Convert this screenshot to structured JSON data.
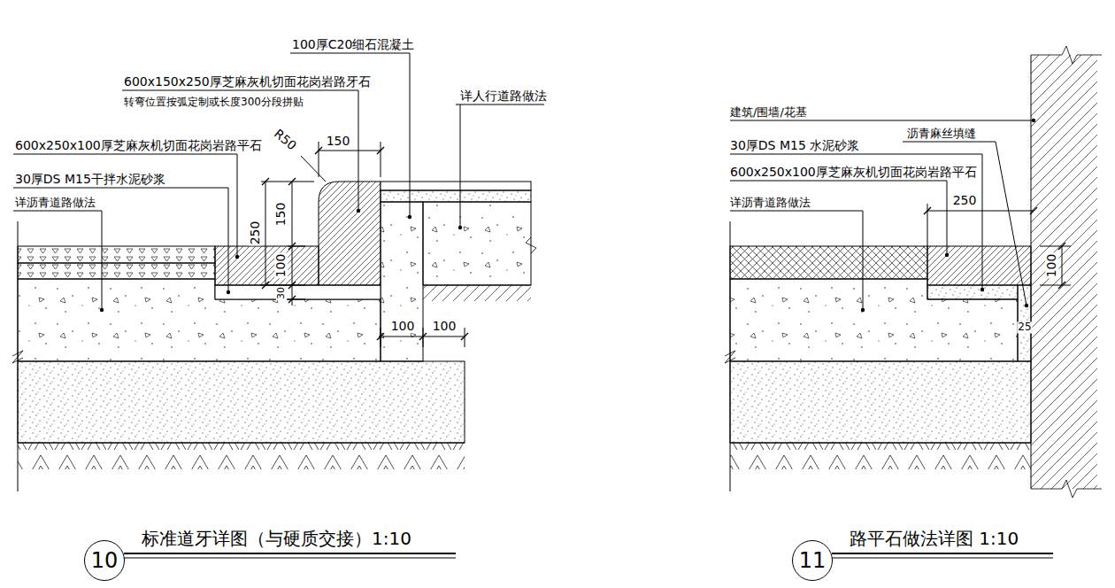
{
  "diagram": {
    "nodes": [
      {
        "text": [
          "10"
        ]
      },
      {
        "text": [
          "11"
        ]
      }
    ],
    "labels": [
      "100厚C20细石混凝土",
      "600x150x250厚芝麻灰机切面花岗岩路牙石",
      "转弯位置按弧定制或长度300分段拼贴",
      "详人行道路做法",
      "600x250x100厚芝麻灰机切面花岗岩路平石",
      "30厚DS M15干拌水泥砂浆",
      "详沥青道路做法",
      "R50",
      "150",
      "250",
      "150",
      "100",
      "30",
      "100",
      "100",
      "标准道牙详图（与硬质交接）1:10",
      "建筑/围墙/花基",
      "沥青麻丝填缝",
      "30厚DS M15 水泥砂浆",
      "600x250x100厚芝麻灰机切面花岗岩路平石",
      "250",
      "详沥青道路做法",
      "100",
      "25",
      "路平石做法详图 1:10"
    ]
  }
}
